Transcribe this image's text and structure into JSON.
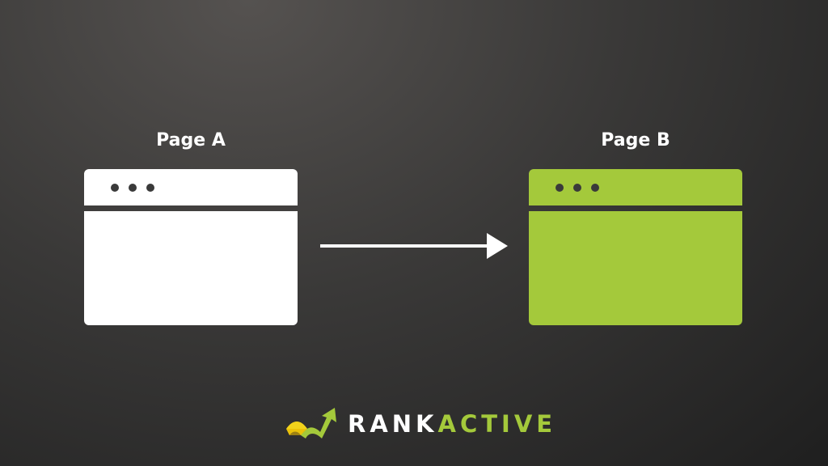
{
  "page_a": {
    "label": "Page A",
    "color": "#ffffff"
  },
  "page_b": {
    "label": "Page B",
    "color": "#a4c93b"
  },
  "logo": {
    "part1": "RANK",
    "part2": "ACTIVE",
    "accent": "#a4c93b"
  },
  "icons": {
    "arrow": "arrow-right-icon",
    "logo": "rankactive-arrow-logo-icon"
  }
}
